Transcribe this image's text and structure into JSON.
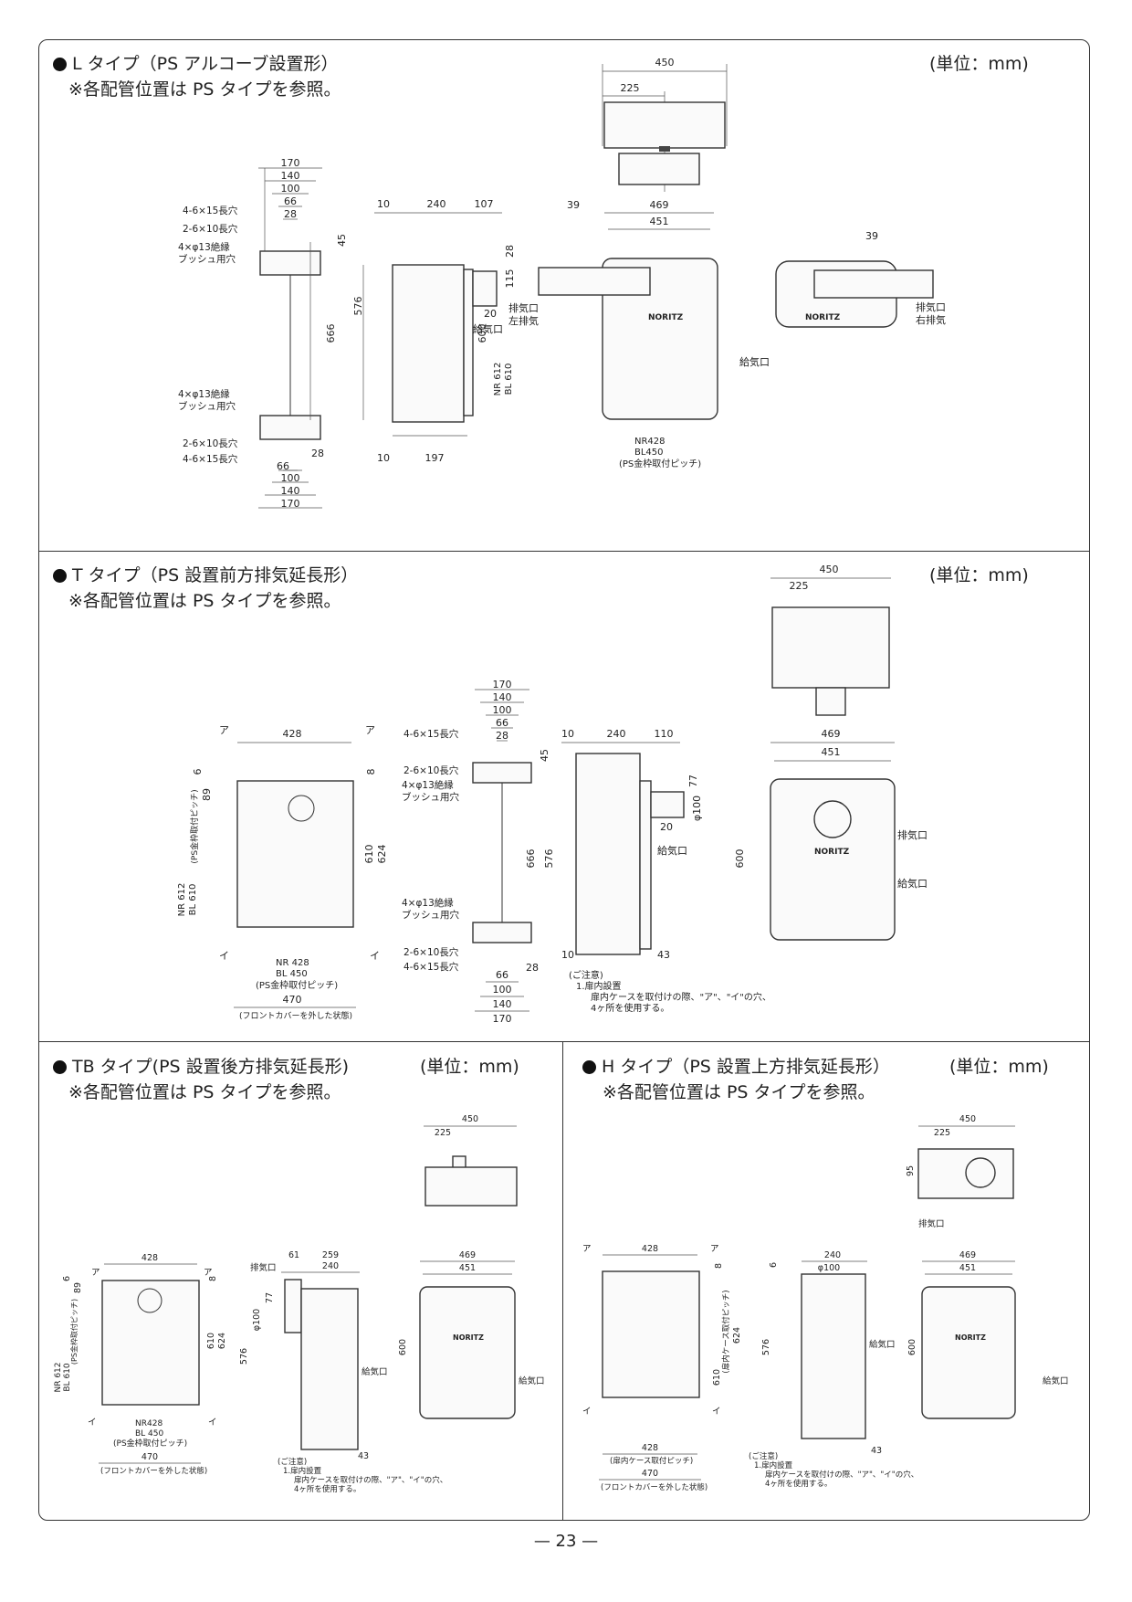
{
  "sections": {
    "l_type": {
      "title": "L タイプ（PS アルコーブ設置形）",
      "note": "※各配管位置は PS タイプを参照。",
      "unit": "(単位：mm)"
    },
    "t_type": {
      "title": "T タイプ（PS 設置前方排気延長形）",
      "note": "※各配管位置は PS タイプを参照。",
      "unit": "(単位：mm)"
    },
    "tb_type": {
      "title": "TB タイプ(PS 設置後方排気延長形)",
      "note": "※各配管位置は PS タイプを参照。",
      "unit": "(単位：mm)"
    },
    "h_type": {
      "title": "H タイプ（PS 設置上方排気延長形）",
      "note": "※各配管位置は PS タイプを参照。",
      "unit": "(単位：mm)"
    }
  },
  "labels": {
    "slot_4_6x15": "4-6×15長穴",
    "slot_2_6x10": "2-6×10長穴",
    "bush_line1": "4×φ13絶縁",
    "bush_line2": "ブッシュ用穴",
    "intake": "給気口",
    "exhaust": "排気口",
    "exhaust_left": "左排気",
    "exhaust_right": "右排気",
    "brand": "NORITZ",
    "pitch_nr612": "NR 612",
    "pitch_bl610": "BL 610",
    "pitch_frame": "(PS金枠取付ピッチ)",
    "pitch_nr428": "NR428",
    "pitch_bl450": "BL450",
    "pitch_nr428s": "NR 428",
    "pitch_bl450s": "BL 450",
    "front_cover_off": "(フロントカバーを外した状態)",
    "case_pitch": "(扉内ケース取付ピッチ)",
    "case_pitch_v": "(扉内ケース取付ピッチ)",
    "mark_a": "ア",
    "mark_i": "イ",
    "caution_title": "(ご注意)",
    "caution_1": "1.扉内設置",
    "caution_2": "扉内ケースを取付けの際、\"ア\"、\"イ\"の穴、",
    "caution_3": "4ヶ所を使用する。"
  },
  "dims": {
    "d450": "450",
    "d225": "225",
    "d469": "469",
    "d451": "451",
    "d39": "39",
    "d170": "170",
    "d140": "140",
    "d100": "100",
    "d66": "66",
    "d28": "28",
    "d10": "10",
    "d240": "240",
    "d107": "107",
    "d110": "110",
    "d45": "45",
    "d666": "666",
    "d576": "576",
    "d600": "600",
    "d115": "115",
    "d20": "20",
    "d197": "197",
    "d43": "43",
    "d428": "428",
    "d470": "470",
    "d610": "610",
    "d624": "624",
    "d89": "89",
    "d6": "6",
    "d8": "8",
    "d77": "77",
    "dphi100": "φ100",
    "d61": "61",
    "d259": "259",
    "d95": "95"
  },
  "page_number": "— 23 —"
}
